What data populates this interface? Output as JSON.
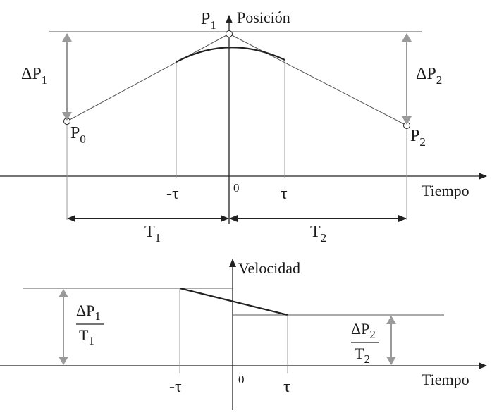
{
  "top": {
    "axis_y_label": "Posición",
    "axis_x_label": "Tiempo",
    "p1_label": "P",
    "p1_sub": "1",
    "p0_label": "P",
    "p0_sub": "0",
    "p2_label": "P",
    "p2_sub": "2",
    "dp1_label": "ΔP",
    "dp1_sub": "1",
    "dp2_label": "ΔP",
    "dp2_sub": "2",
    "tick_neg_tau": "-τ",
    "tick_zero": "0",
    "tick_tau": "τ",
    "t1_label": "T",
    "t1_sub": "1",
    "t2_label": "T",
    "t2_sub": "2"
  },
  "bottom": {
    "axis_y_label": "Velocidad",
    "axis_x_label": "Tiempo",
    "frac1_num": "ΔP",
    "frac1_num_sub": "1",
    "frac1_den": "T",
    "frac1_den_sub": "1",
    "frac2_num": "ΔP",
    "frac2_num_sub": "2",
    "frac2_den": "T",
    "frac2_den_sub": "2",
    "tick_neg_tau": "-τ",
    "tick_zero": "0",
    "tick_tau": "τ"
  },
  "colors": {
    "line": "#222222",
    "guide": "#9a9a9a",
    "arrow_gray": "#9a9a9a"
  }
}
